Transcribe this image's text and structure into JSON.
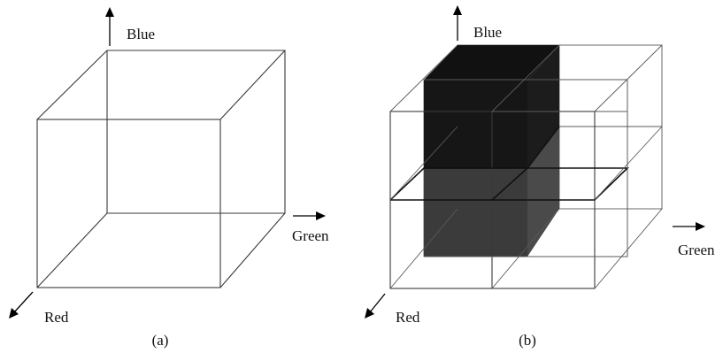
{
  "figure_a": {
    "caption": "(a)",
    "axis_labels": {
      "blue": "Blue",
      "green": "Green",
      "red": "Red"
    }
  },
  "figure_b": {
    "caption": "(b)",
    "axis_labels": {
      "blue": "Blue",
      "green": "Green",
      "red": "Red"
    },
    "highlighted_subcube_color_upper": "#1a1a1a",
    "highlighted_subcube_color_lower": "#3c3c3c"
  }
}
